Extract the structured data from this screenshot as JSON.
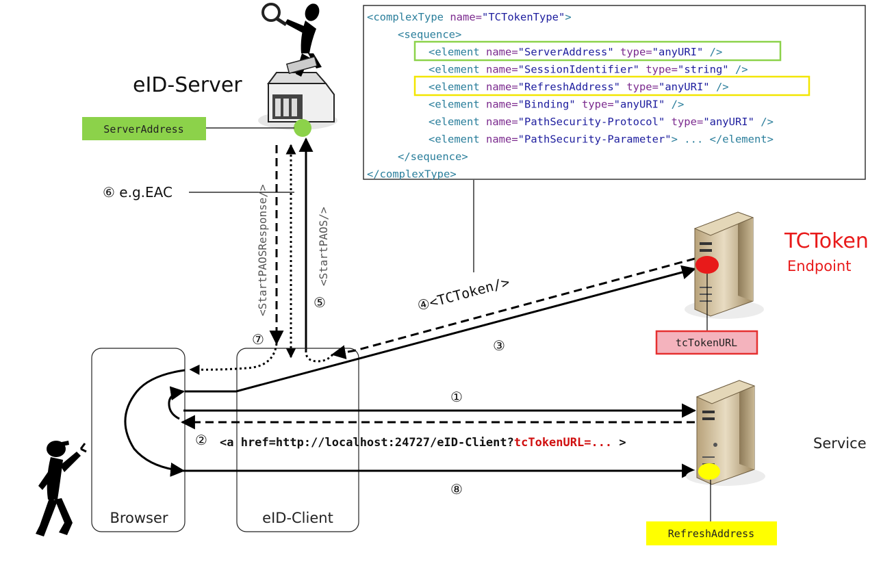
{
  "diagram": {
    "eid_server_title": "eID-Server",
    "step6_label": "⑥ e.g.EAC",
    "browser_label": "Browser",
    "eid_client_label": "eID-Client",
    "service_label": "Service",
    "tctoken_title": "TCToken",
    "tctoken_subtitle": "Endpoint",
    "server_address_tag": "ServerAddress",
    "tctoken_url_tag": "tcTokenURL",
    "refresh_address_tag": "RefreshAddress",
    "start_paos_response": "<StartPAOSResponse/>",
    "start_paos": "<StartPAOS/>",
    "step4_label": "④<TCToken/>",
    "step1": "①",
    "step2": "②",
    "step3": "③",
    "step5": "⑤",
    "step7": "⑦",
    "step8": "⑧",
    "link_prefix": "<a href=http://localhost:24727/eID-Client?",
    "link_red": "tcTokenURL=...",
    "link_suffix": " >",
    "colors": {
      "server_address": "#8cd24a",
      "tctoken_url": "#f4b3bd",
      "tctoken_url_border": "#e53030",
      "refresh_address": "#ffff00",
      "tctoken_red": "#e81a1a"
    }
  },
  "xml": {
    "lines": [
      {
        "p": [
          [
            "<complexType ",
            "t"
          ],
          [
            "name=",
            "a"
          ],
          [
            "\"TCTokenType\"",
            "v"
          ],
          [
            ">",
            "t"
          ]
        ]
      },
      {
        "p": [
          [
            "<sequence>",
            "t"
          ]
        ]
      },
      {
        "p": [
          [
            "<element ",
            "t"
          ],
          [
            "name=",
            "a"
          ],
          [
            "\"ServerAddress\" ",
            "v"
          ],
          [
            "type=",
            "a"
          ],
          [
            "\"anyURI\"",
            "v"
          ],
          [
            " />",
            "t"
          ]
        ]
      },
      {
        "p": [
          [
            "<element ",
            "t"
          ],
          [
            "name=",
            "a"
          ],
          [
            "\"SessionIdentifier\" ",
            "v"
          ],
          [
            "type=",
            "a"
          ],
          [
            "\"string\"",
            "v"
          ],
          [
            " />",
            "t"
          ]
        ]
      },
      {
        "p": [
          [
            "<element ",
            "t"
          ],
          [
            "name=",
            "a"
          ],
          [
            "\"RefreshAddress\" ",
            "v"
          ],
          [
            "type=",
            "a"
          ],
          [
            "\"anyURI\"",
            "v"
          ],
          [
            " />",
            "t"
          ]
        ]
      },
      {
        "p": [
          [
            "<element ",
            "t"
          ],
          [
            "name=",
            "a"
          ],
          [
            "\"Binding\" ",
            "v"
          ],
          [
            "type=",
            "a"
          ],
          [
            "\"anyURI\"",
            "v"
          ],
          [
            " />",
            "t"
          ]
        ]
      },
      {
        "p": [
          [
            "<element ",
            "t"
          ],
          [
            "name=",
            "a"
          ],
          [
            "\"PathSecurity-Protocol\" ",
            "v"
          ],
          [
            "type=",
            "a"
          ],
          [
            "\"anyURI\"",
            "v"
          ],
          [
            " />",
            "t"
          ]
        ]
      },
      {
        "p": [
          [
            "<element ",
            "t"
          ],
          [
            "name=",
            "a"
          ],
          [
            "\"PathSecurity-Parameter\"",
            "v"
          ],
          [
            "> ... </element>",
            "t"
          ]
        ]
      },
      {
        "p": [
          [
            "</sequence>",
            "t"
          ]
        ]
      },
      {
        "p": [
          [
            "</complexType>",
            "t"
          ]
        ]
      }
    ]
  }
}
